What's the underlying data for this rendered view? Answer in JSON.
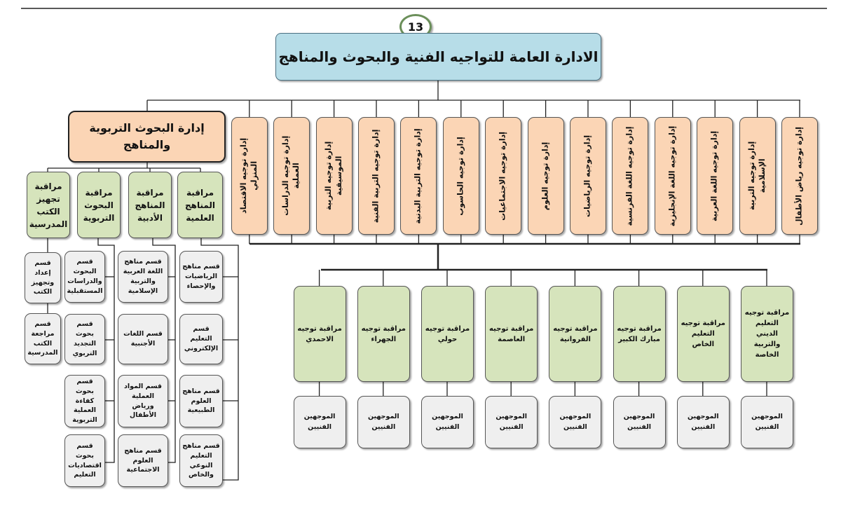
{
  "page_number": "13",
  "title": "الادارة العامة للتواجيه الفنية والبحوث والمناهج",
  "research_department": "إدارة البحوث التربوية والمناهج",
  "guidance_departments": [
    "إدارة توجيه رياض الأطفال",
    "إدارة توجيه التربية الإسلامية",
    "إدارة توجيه اللغة العربية",
    "إدارة توجيه اللغة الإنجليزية",
    "إدارة توجيه اللغة الفرنسية",
    "إدارة توجيه الرياضيات",
    "إدارة توجيه العلوم",
    "إدارة توجيه الاجتماعيات",
    "إدارة توجيه الحاسوب",
    "إدارة توجيه التربية البدنية",
    "إدارة توجيه التربية الفنية",
    "إدارة توجيه التربية الموسيقية",
    "إدارة توجيه الدراسات العملية",
    "إدارة توجيه الاقتصاد المنزلي"
  ],
  "research_supervisions": [
    {
      "name": "مراقبة المناهج العلمية",
      "sections": [
        "قسم مناهج الرياضيات والإحصاء",
        "قسم التعليم الإلكتروني",
        "قسم مناهج العلوم الطبيعية",
        "قسم مناهج التعليم النوعي والخاص"
      ]
    },
    {
      "name": "مراقبة المناهج الأدبية",
      "sections": [
        "قسم مناهج اللغة العربية والتربية الإسلامية",
        "قسم اللغات الأجنبية",
        "قسم المواد العملية ورياض الأطفال",
        "قسم مناهج العلوم الاجتماعية"
      ]
    },
    {
      "name": "مراقبة البحوث التربوية",
      "sections": [
        "قسم البحوث والدراسات المستقبلية",
        "قسم بحوث التجديد التربوي",
        "قسم بحوث كفاءة العملية التربوية",
        "قسم بحوث اقتصاديات التعليم"
      ]
    },
    {
      "name": "مراقبة تجهيز الكتب المدرسية",
      "sections": [
        "قسم إعداد وتجهيز الكتب",
        "قسم مراجعة الكتب المدرسية"
      ]
    }
  ],
  "regional_supervisions": [
    "مراقبة توجيه التعليم الديني والتربية الخاصة",
    "مراقبة توجيه التعليم الخاص",
    "مراقبة توجيه مبارك الكبير",
    "مراقبة توجيه الفروانية",
    "مراقبة توجيه العاصمة",
    "مراقبة توجيه حولي",
    "مراقبة توجيه الجهراء",
    "مراقبة توجيه الاحمدي"
  ],
  "technical_supervisors_label": "الموجهين الفنيين"
}
